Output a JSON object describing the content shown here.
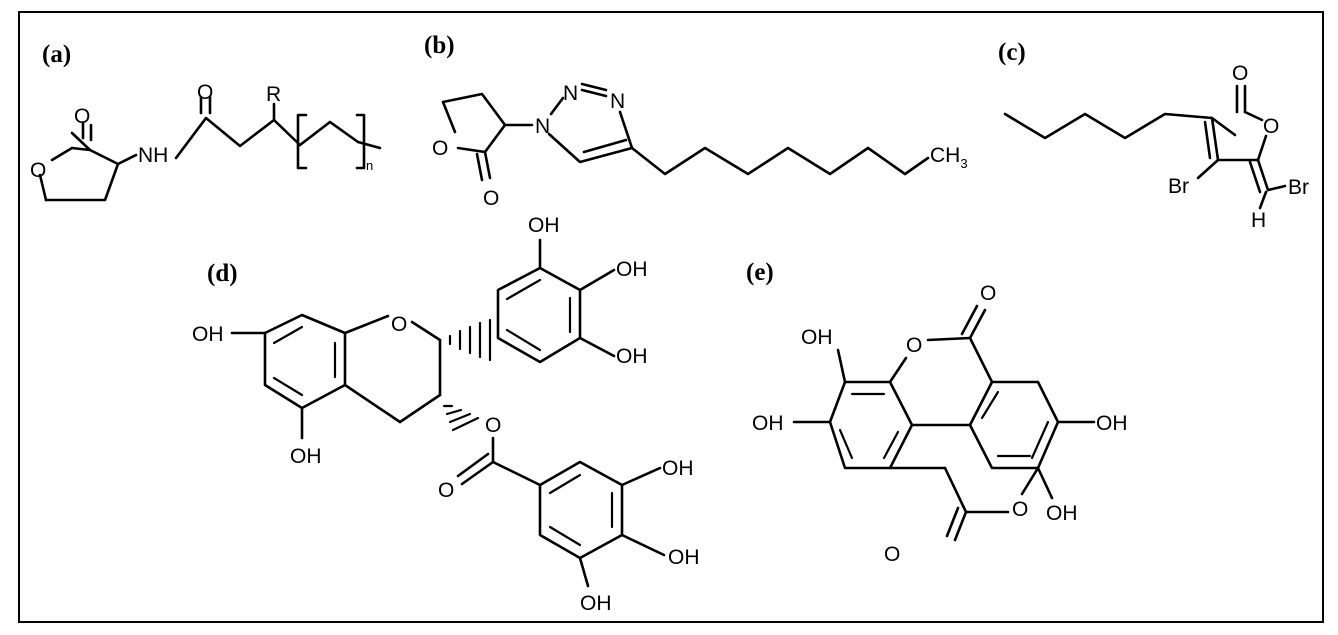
{
  "panels": {
    "a": {
      "label": "(a)",
      "atoms": {
        "o_carbonyl_ring": "O",
        "o_ring": "O",
        "nh": "NH",
        "o_amide": "O",
        "r": "R",
        "n": "n"
      }
    },
    "b": {
      "label": "(b)",
      "atoms": {
        "o_ring": "O",
        "o_carbonyl": "O",
        "n1": "N",
        "n2": "N",
        "n3": "N",
        "ch3": "CH",
        "ch3_sub": "3"
      }
    },
    "c": {
      "label": "(c)",
      "atoms": {
        "o_carbonyl": "O",
        "o_ring": "O",
        "br1": "Br",
        "br2": "Br",
        "h": "H"
      }
    },
    "d": {
      "label": "(d)",
      "atoms": {
        "oh_top": "OH",
        "oh_right": "OH",
        "oh_right2": "OH",
        "oh_left": "OH",
        "oh_bottom": "OH",
        "o_ring": "O",
        "o_ester": "O",
        "o_carbonyl": "O",
        "oh_g1": "OH",
        "oh_g2": "OH",
        "oh_g3": "OH"
      }
    },
    "e": {
      "label": "(e)",
      "atoms": {
        "o_top": "O",
        "o_ring_top": "O",
        "oh_ul": "OH",
        "oh_l": "OH",
        "oh_r": "OH",
        "oh_lr": "OH",
        "o_ring_bot": "O",
        "o_bot": "O"
      }
    }
  }
}
